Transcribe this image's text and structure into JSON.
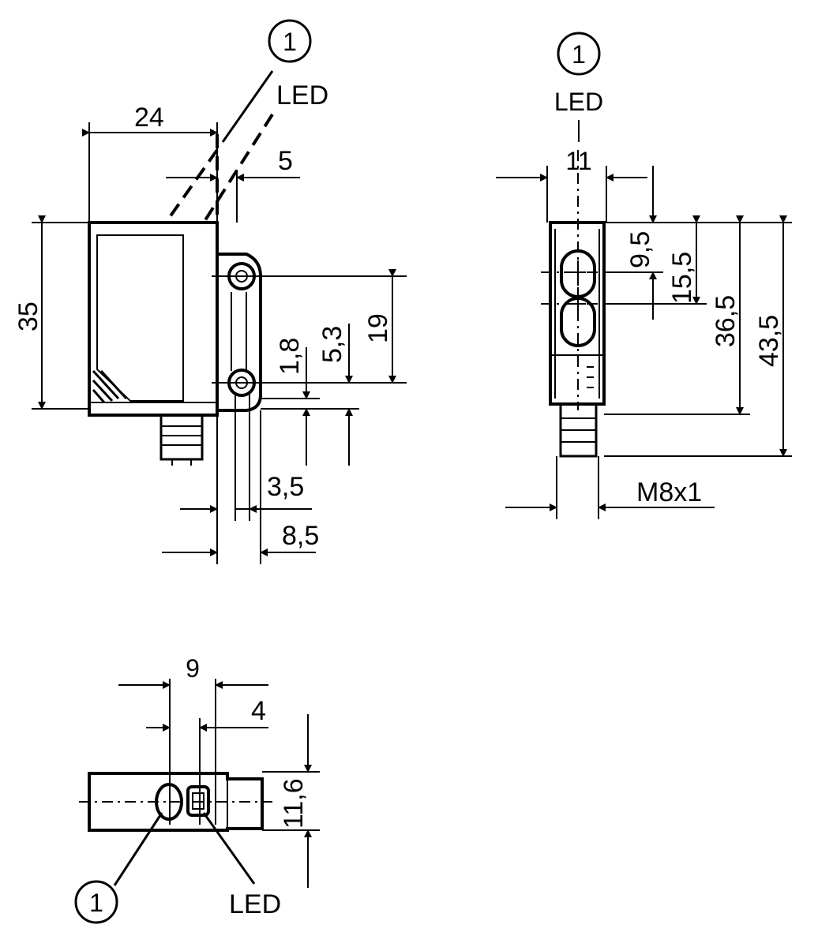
{
  "callout": "1",
  "led": "LED",
  "front_view": {
    "width": "24",
    "height": "35",
    "led_offset": "5",
    "hole_spacing": "19",
    "dim_5_3": "5,3",
    "dim_1_8": "1,8",
    "dim_3_5": "3,5",
    "dim_8_5": "8,5"
  },
  "side_view": {
    "width": "11",
    "dim_9_5": "9,5",
    "dim_15_5": "15,5",
    "dim_36_5": "36,5",
    "dim_43_5": "43,5",
    "thread": "M8x1"
  },
  "top_view": {
    "dim_9": "9",
    "dim_4": "4",
    "dim_11_6": "11,6"
  }
}
